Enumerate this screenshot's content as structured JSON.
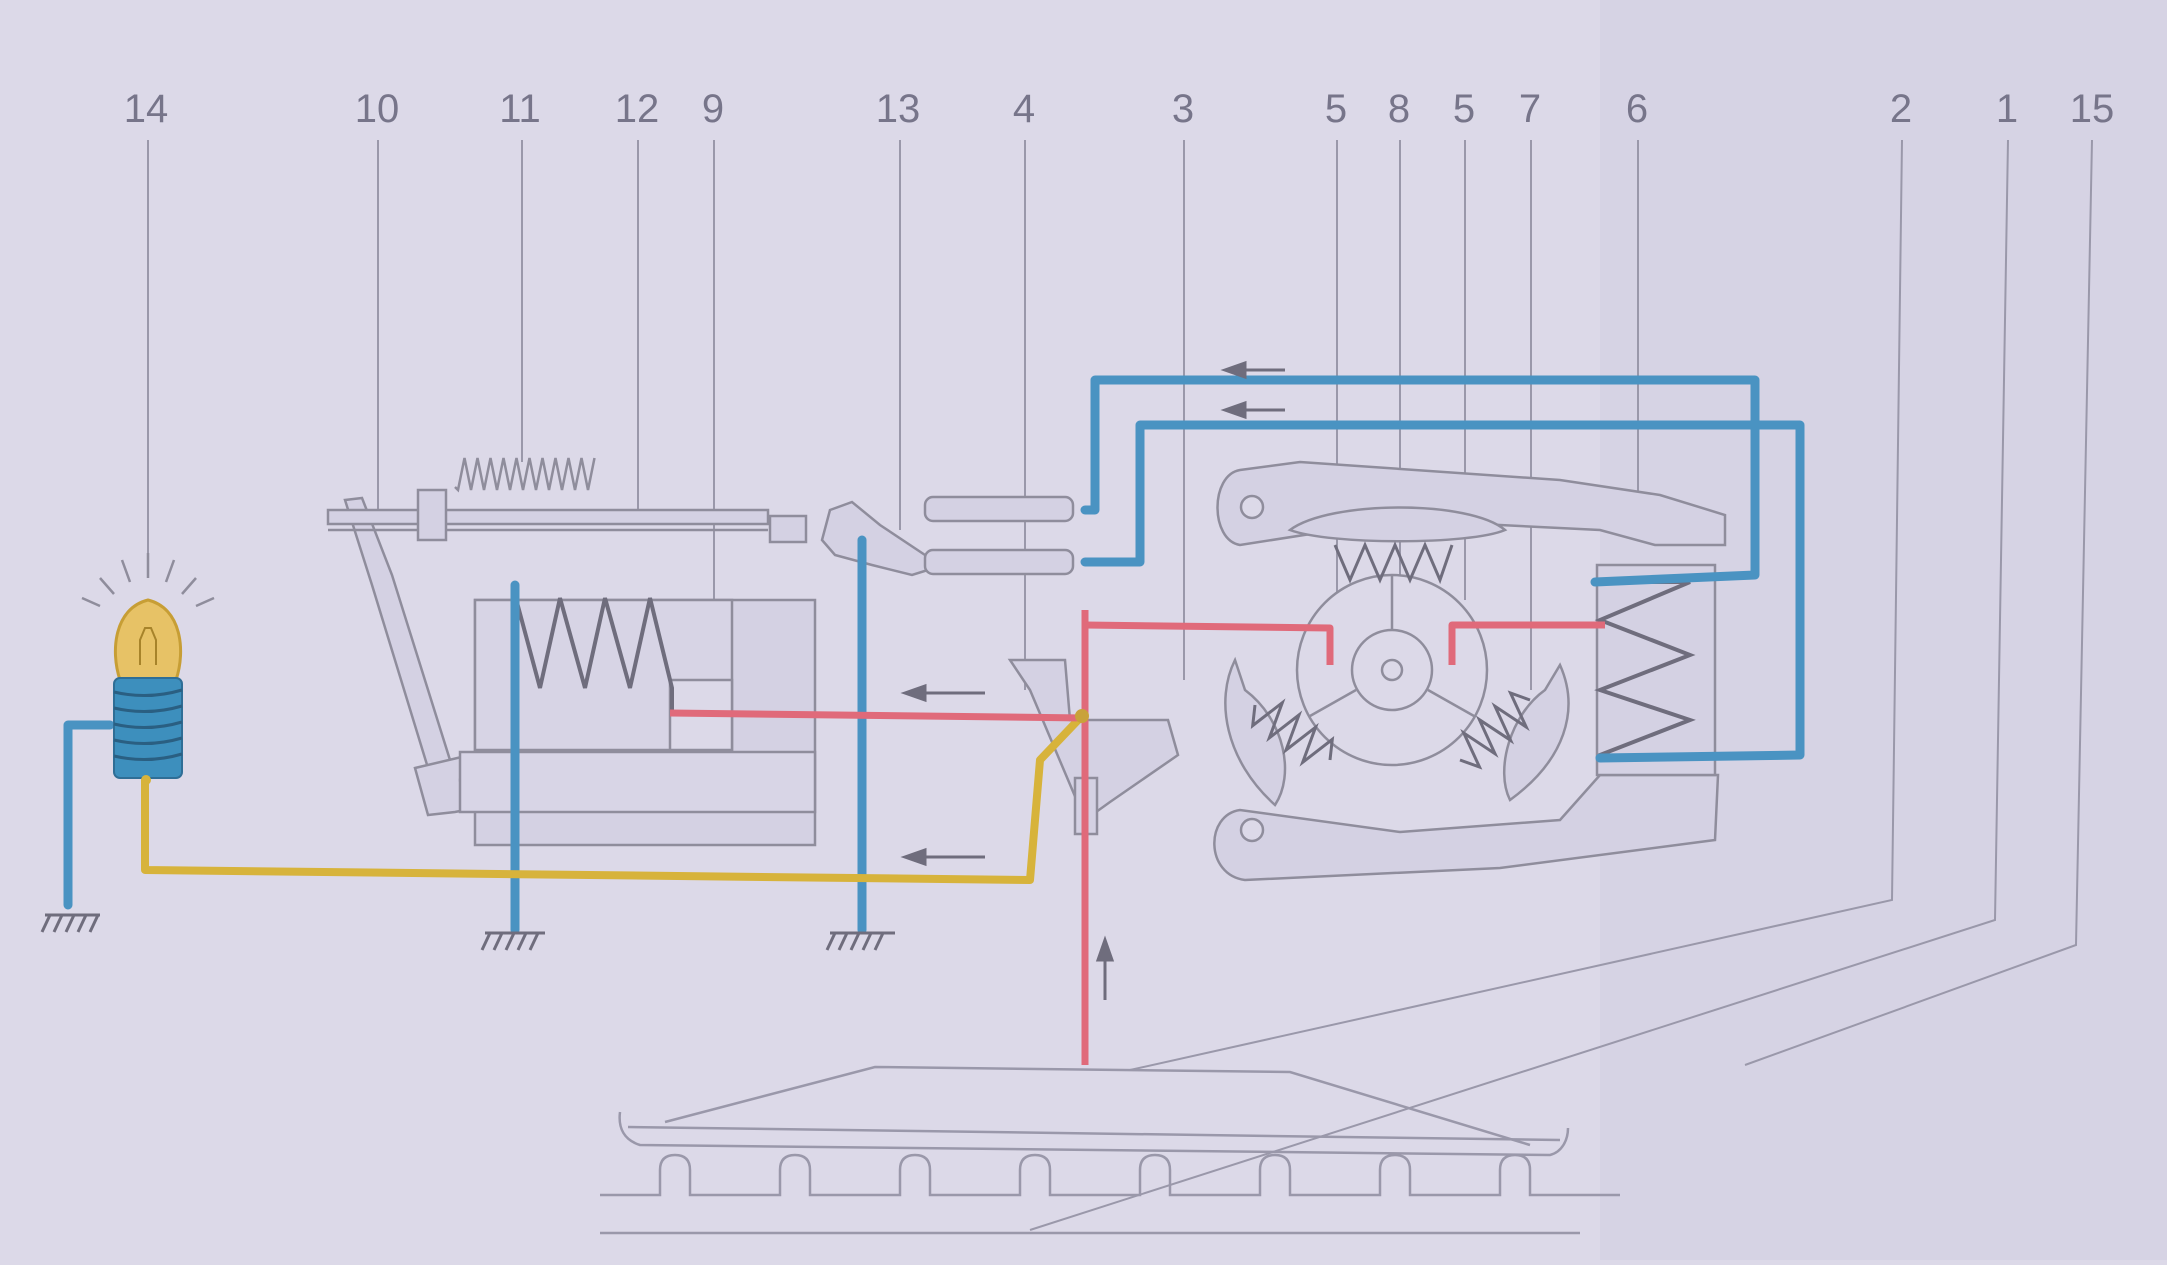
{
  "colors": {
    "background": "#dcd9e8",
    "line": "#8f8d9c",
    "blue": "#4a93c2",
    "red": "#e06a7a",
    "yellow": "#d7b33b",
    "lamp_glass": "#e7c266",
    "lamp_coil": "#3d8fbd",
    "component_fill": "#d4d1e3"
  },
  "labels": [
    "14",
    "10",
    "11",
    "12",
    "9",
    "13",
    "4",
    "3",
    "5",
    "8",
    "5",
    "7",
    "6",
    "2",
    "1",
    "15"
  ],
  "icons": {
    "lamp": "lamp-icon",
    "ground": "ground-icon",
    "arrow": "arrow-icon",
    "spring": "spring-icon"
  }
}
